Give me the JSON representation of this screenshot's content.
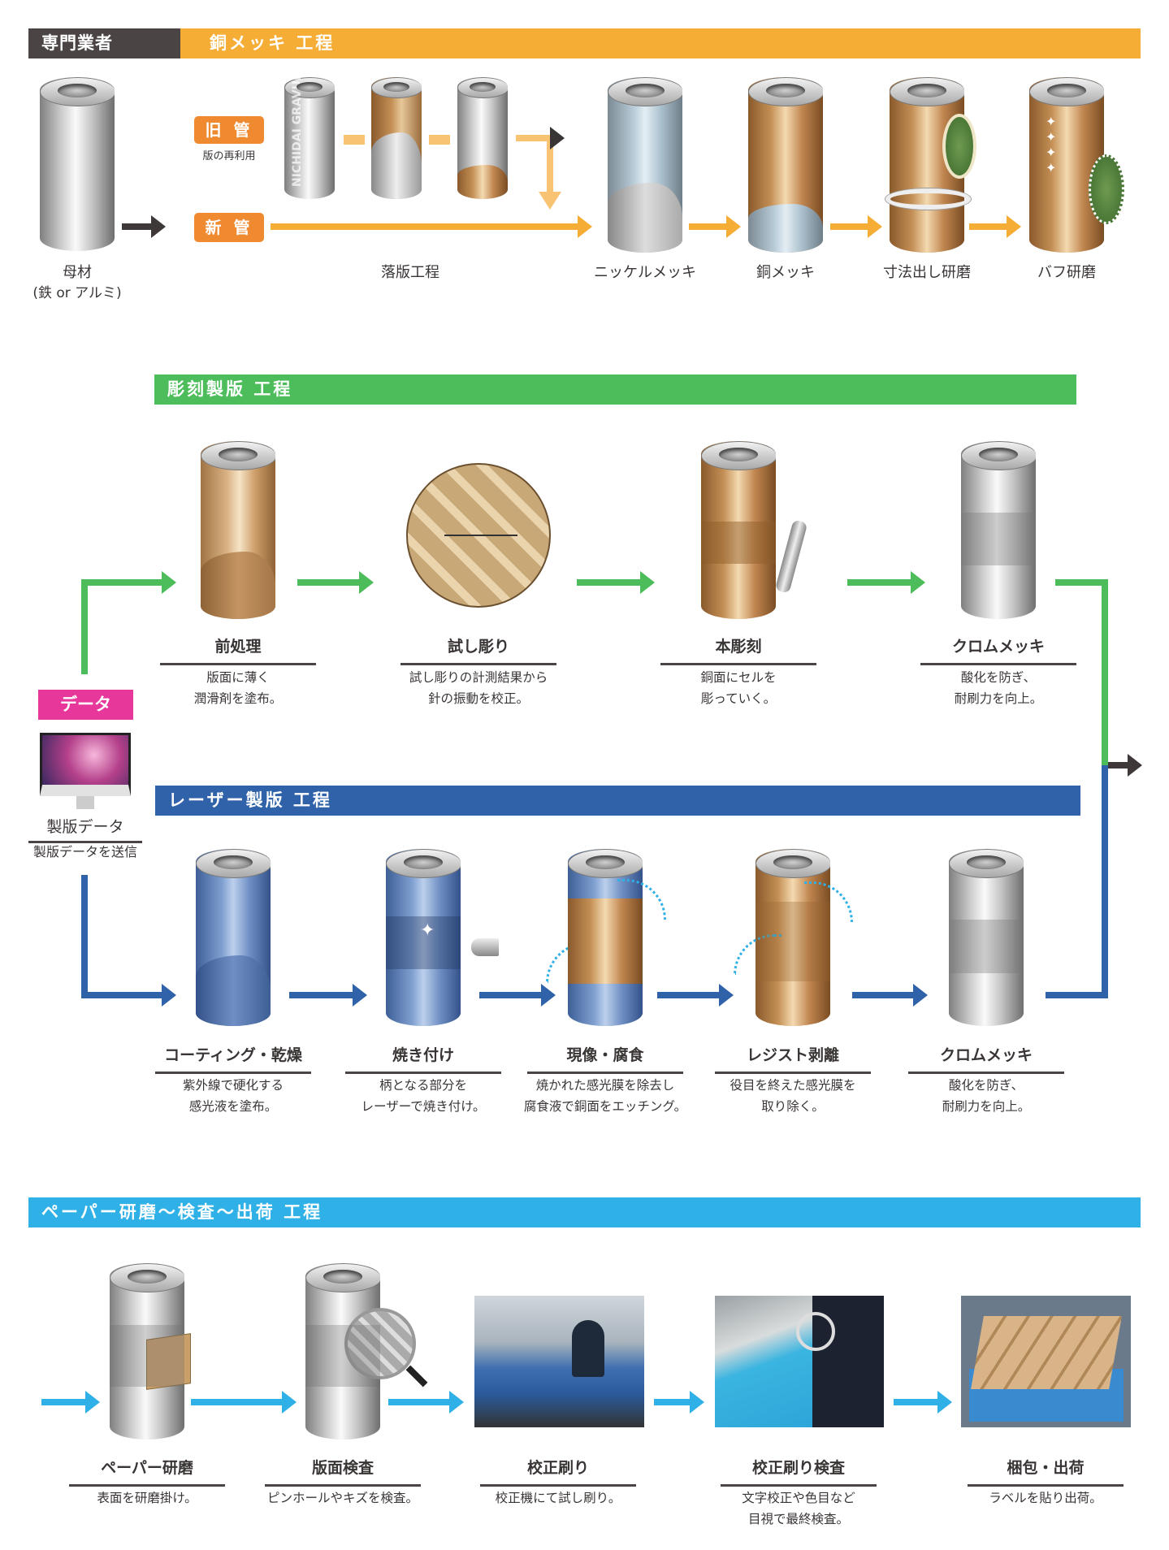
{
  "colors": {
    "orange": "#f5ad35",
    "green": "#4cbd5a",
    "blue": "#2f62a8",
    "lightblue": "#2fb0e6",
    "magenta": "#e8379a",
    "dark": "#4a4444"
  },
  "copper_section": {
    "vendor_label": "専門業者",
    "header": "銅メッキ 工程",
    "base": {
      "label": "母材",
      "sub": "(鉄 or アルミ)"
    },
    "old_tube": {
      "label": "旧 管",
      "sub": "版の再利用"
    },
    "new_tube": {
      "label": "新 管"
    },
    "cylinder_text": "NICHIDAI GRAVURE",
    "steps": [
      "落版工程",
      "ニッケルメッキ",
      "銅メッキ",
      "寸法出し研磨",
      "バフ研磨"
    ]
  },
  "engraving_section": {
    "header": "彫刻製版 工程",
    "steps": [
      {
        "title": "前処理",
        "desc": [
          "版面に薄く",
          "潤滑剤を塗布。"
        ]
      },
      {
        "title": "試し彫り",
        "desc": [
          "試し彫りの計測結果から",
          "針の振動を校正。"
        ]
      },
      {
        "title": "本彫刻",
        "desc": [
          "銅面にセルを",
          "彫っていく。"
        ]
      },
      {
        "title": "クロムメッキ",
        "desc": [
          "酸化を防ぎ、",
          "耐刷力を向上。"
        ]
      }
    ]
  },
  "data_source": {
    "badge": "データ",
    "title": "製版データ",
    "desc": "製版データを送信"
  },
  "laser_section": {
    "header": "レーザー製版 工程",
    "steps": [
      {
        "title": "コーティング・乾燥",
        "desc": [
          "紫外線で硬化する",
          "感光液を塗布。"
        ]
      },
      {
        "title": "焼き付け",
        "desc": [
          "柄となる部分を",
          "レーザーで焼き付け。"
        ]
      },
      {
        "title": "現像・腐食",
        "desc": [
          "焼かれた感光膜を除去し",
          "腐食液で銅面をエッチング。"
        ]
      },
      {
        "title": "レジスト剥離",
        "desc": [
          "役目を終えた感光膜を",
          "取り除く。"
        ]
      },
      {
        "title": "クロムメッキ",
        "desc": [
          "酸化を防ぎ、",
          "耐刷力を向上。"
        ]
      }
    ]
  },
  "finish_section": {
    "header": "ペーパー研磨～検査～出荷 工程",
    "steps": [
      {
        "title": "ペーパー研磨",
        "desc": [
          "表面を研磨掛け。"
        ]
      },
      {
        "title": "版面検査",
        "desc": [
          "ピンホールやキズを検査。"
        ]
      },
      {
        "title": "校正刷り",
        "desc": [
          "校正機にて試し刷り。"
        ]
      },
      {
        "title": "校正刷り検査",
        "desc": [
          "文字校正や色目など",
          "目視で最終検査。"
        ]
      },
      {
        "title": "梱包・出荷",
        "desc": [
          "ラベルを貼り出荷。"
        ]
      }
    ]
  }
}
